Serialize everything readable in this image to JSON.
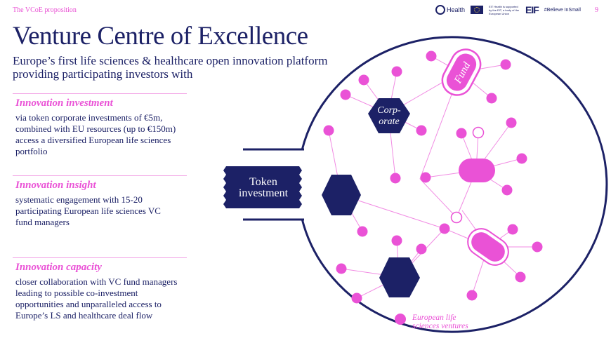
{
  "header": {
    "label": "The VCoE proposition",
    "page_number": "9",
    "logos": [
      {
        "name": "eit-health",
        "text": "Health"
      },
      {
        "name": "eu-flag",
        "text": "EIT Health is supported by the EIT, a body of the European Union"
      },
      {
        "name": "eif",
        "text": "EIF"
      },
      {
        "name": "believe-in-small",
        "text": "#Believe InSmall"
      }
    ]
  },
  "title": "Venture Centre of Excellence",
  "subtitle": "Europe’s first life sciences & healthcare open innovation platform providing participating investors with",
  "sections": [
    {
      "heading": "Innovation investment",
      "lines": [
        "via token corporate investments  of €5m,",
        "combined with EU resources (up to €150m)",
        "access a diversified European life sciences",
        "portfolio"
      ]
    },
    {
      "heading": "Innovation insight",
      "lines": [
        "systematic engagement with 15-20",
        "participating  European life sciences VC",
        "fund managers"
      ]
    },
    {
      "heading": "Innovation capacity",
      "lines": [
        "closer collaboration with VC fund managers",
        "leading to possible co-investment",
        "opportunities and unparalleled  access to",
        "Europe’s LS and healthcare deal flow"
      ]
    }
  ],
  "diagram": {
    "ticket_line1": "Token",
    "ticket_line2": "investment",
    "corporate_line1": "Corp-",
    "corporate_line2": "orate",
    "fund_label": "Fund",
    "legend_line1": "European life",
    "legend_line2": "sciences ventures",
    "colors": {
      "navy": "#1c2166",
      "pink": "#ea52d6",
      "light_pink": "#f6a8ee"
    }
  }
}
